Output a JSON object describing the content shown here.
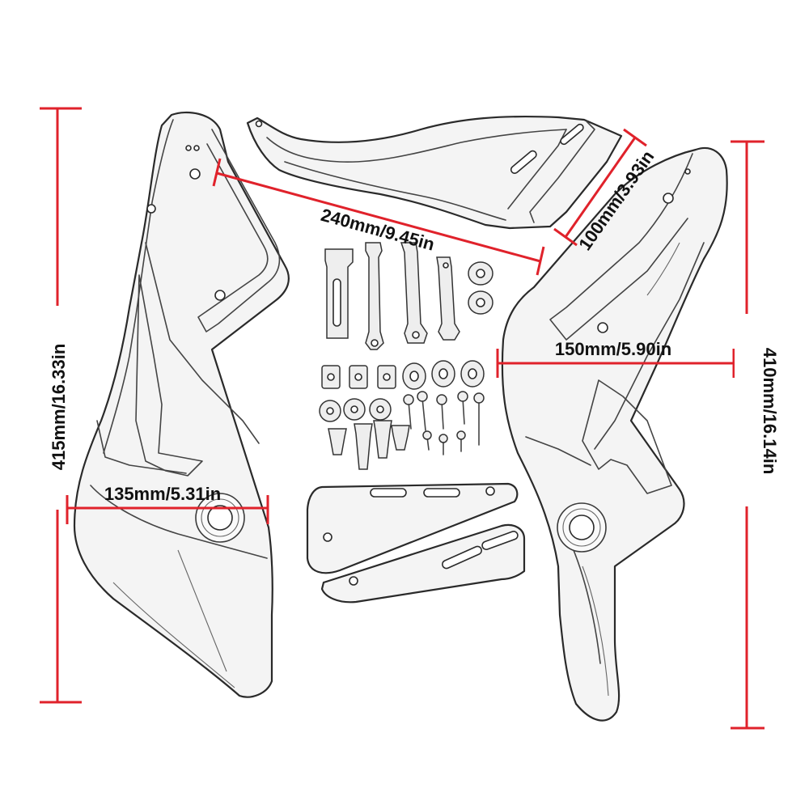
{
  "dimensions": {
    "left_height": "415mm/16.33in",
    "left_width": "135mm/5.31in",
    "top_bracket_length": "240mm/9.45in",
    "top_bracket_height": "100mm/3.93in",
    "right_width": "150mm/5.90in",
    "right_height": "410mm/16.14in"
  },
  "colors": {
    "dimension_line": "#e0222b",
    "outline": "#2a2a2a",
    "label_text": "#111111"
  }
}
